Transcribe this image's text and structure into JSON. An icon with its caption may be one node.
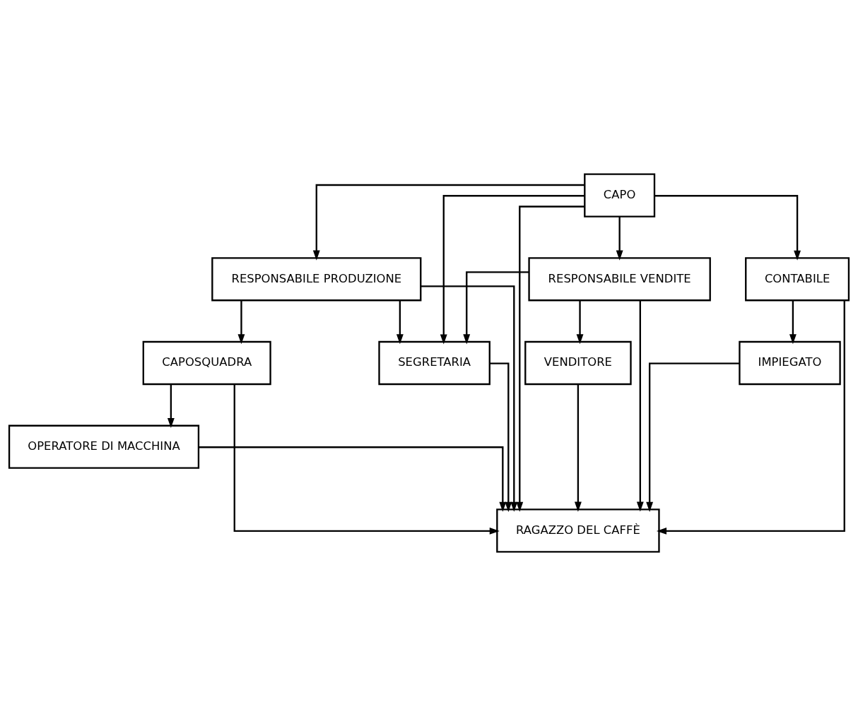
{
  "diagram": {
    "nodes": [
      {
        "text": [
          "CAPO"
        ]
      },
      {
        "text": [
          "RESPONSABILE PRODUZIONE"
        ]
      },
      {
        "text": [
          "RESPONSABILE VENDITE"
        ]
      },
      {
        "text": [
          "CONTABILE"
        ]
      },
      {
        "text": [
          "CAPOSQUADRA"
        ]
      },
      {
        "text": [
          "SEGRETARIA"
        ]
      },
      {
        "text": [
          "VENDITORE"
        ]
      },
      {
        "text": [
          "IMPIEGATO"
        ]
      },
      {
        "text": [
          "OPERATORE DI MACCHINA"
        ]
      },
      {
        "text": [
          "RAGAZZO DEL CAFFÈ"
        ]
      }
    ],
    "edges": [
      {
        "from": 0,
        "to": 1,
        "arrow": "to"
      },
      {
        "from": 0,
        "to": 5,
        "arrow": "to"
      },
      {
        "from": 0,
        "to": 2,
        "arrow": "to"
      },
      {
        "from": 0,
        "to": 9,
        "arrow": "to"
      },
      {
        "from": 0,
        "to": 3,
        "arrow": "to"
      },
      {
        "from": 1,
        "to": 4,
        "arrow": "to"
      },
      {
        "from": 1,
        "to": 9,
        "arrow": "to"
      },
      {
        "from": 1,
        "to": 5,
        "arrow": "to"
      },
      {
        "from": 2,
        "to": 5,
        "arrow": "to"
      },
      {
        "from": 2,
        "to": 9,
        "arrow": "to"
      },
      {
        "from": 2,
        "to": 6,
        "arrow": "to"
      },
      {
        "from": 3,
        "to": 9,
        "arrow": "to"
      },
      {
        "from": 3,
        "to": 7,
        "arrow": "to"
      },
      {
        "from": 4,
        "to": 8,
        "arrow": "to"
      },
      {
        "from": 4,
        "to": 9,
        "arrow": "to"
      },
      {
        "from": 5,
        "to": 9,
        "arrow": "to"
      },
      {
        "from": 6,
        "to": 9,
        "arrow": "to"
      },
      {
        "from": 7,
        "to": 9,
        "arrow": "to"
      },
      {
        "from": 8,
        "to": 9,
        "arrow": "to"
      }
    ]
  }
}
